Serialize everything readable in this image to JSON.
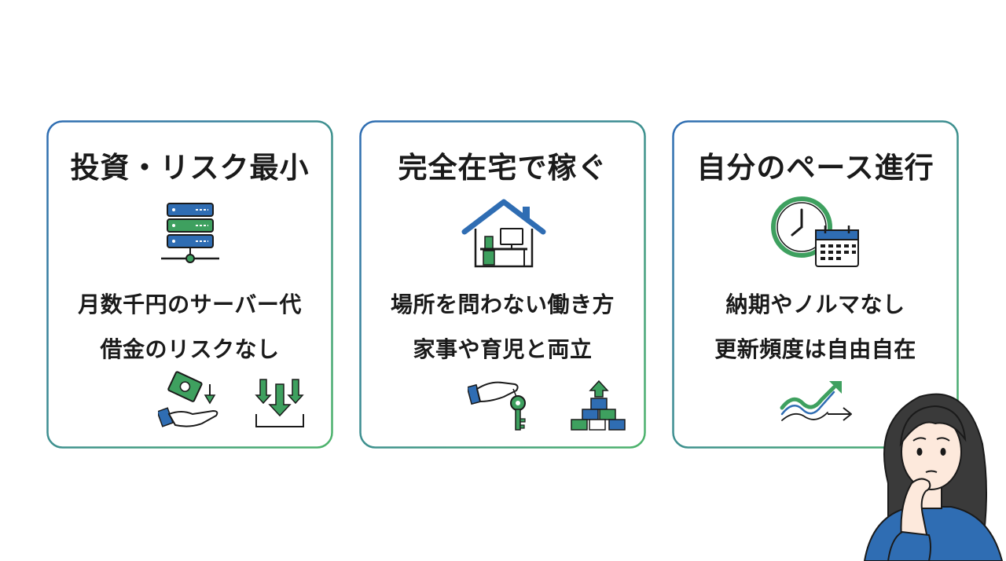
{
  "cards": [
    {
      "title": "投資・リスク最小",
      "line1": "月数千円のサーバー代",
      "line2": "借金のリスクなし",
      "main_icon": "server-icon",
      "deco_icons": [
        "money-hand-icon",
        "download-arrows-icon"
      ]
    },
    {
      "title": "完全在宅で稼ぐ",
      "line1": "場所を問わない働き方",
      "line2": "家事や育児と両立",
      "main_icon": "home-office-icon",
      "deco_icons": [
        "hand-key-icon",
        "blocks-icon"
      ]
    },
    {
      "title": "自分のペース進行",
      "line1": "納期やノルマなし",
      "line2": "更新頻度は自由自在",
      "main_icon": "clock-calendar-icon",
      "deco_icons": [
        "wave-arrows-icon"
      ]
    }
  ],
  "colors": {
    "blue": "#2f6db3",
    "green": "#3ea05f",
    "border_start": "#2f6db3",
    "border_end": "#4db36b"
  },
  "figure": "thinking-woman-illustration"
}
